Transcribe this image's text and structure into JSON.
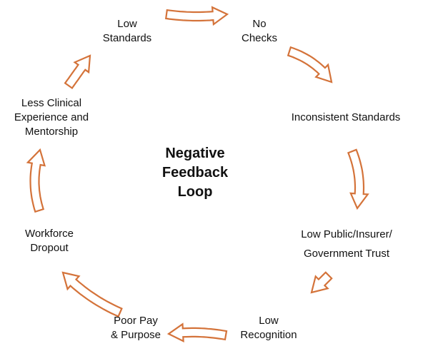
{
  "diagram": {
    "title_lines": [
      "Negative",
      "Feedback",
      "Loop"
    ],
    "nodes": [
      {
        "lines": [
          "Low",
          "Standards"
        ]
      },
      {
        "lines": [
          "No",
          "Checks"
        ]
      },
      {
        "lines": [
          "Inconsistent Standards"
        ]
      },
      {
        "lines": [
          "Low Public/Insurer/",
          "Government Trust"
        ]
      },
      {
        "lines": [
          "Low",
          "Recognition"
        ]
      },
      {
        "lines": [
          "Poor Pay",
          "& Purpose"
        ]
      },
      {
        "lines": [
          "Workforce",
          "Dropout"
        ]
      },
      {
        "lines": [
          "Less Clinical",
          "Experience and",
          "Mentorship"
        ]
      }
    ],
    "arrow_color": "#d4733a",
    "arrow_direction": "clockwise",
    "arrow_icon": "hollow-block-arrow-icon"
  }
}
